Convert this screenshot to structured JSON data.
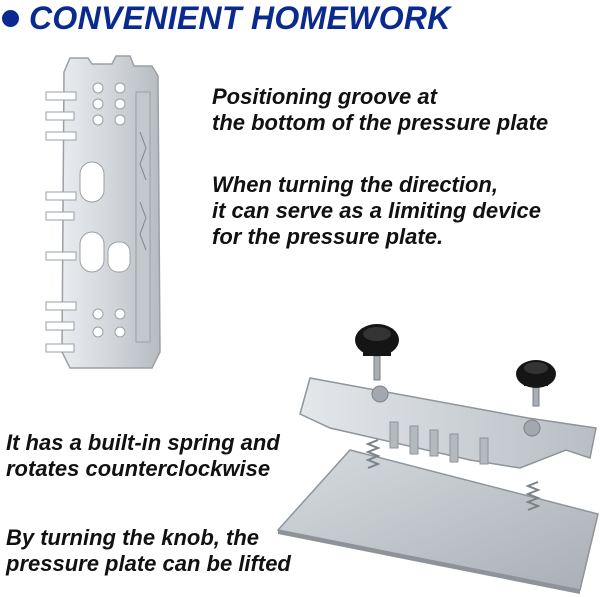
{
  "header": {
    "title": "CONVENIENT HOMEWORK",
    "accent_color": "#0b2a8f"
  },
  "captions": {
    "groove": [
      "Positioning groove at",
      "the bottom of the pressure plate"
    ],
    "turning": [
      "When turning the direction,",
      "it can serve as a limiting device",
      "for the pressure plate."
    ],
    "spring": [
      "It has a built-in spring and",
      "rotates counterclockwise"
    ],
    "knob": [
      "By turning the knob, the",
      "pressure plate can be lifted"
    ]
  },
  "illustrations": {
    "top": "pressure-plate-underside",
    "bottom": "pressure-plate-assembly-exploded"
  }
}
